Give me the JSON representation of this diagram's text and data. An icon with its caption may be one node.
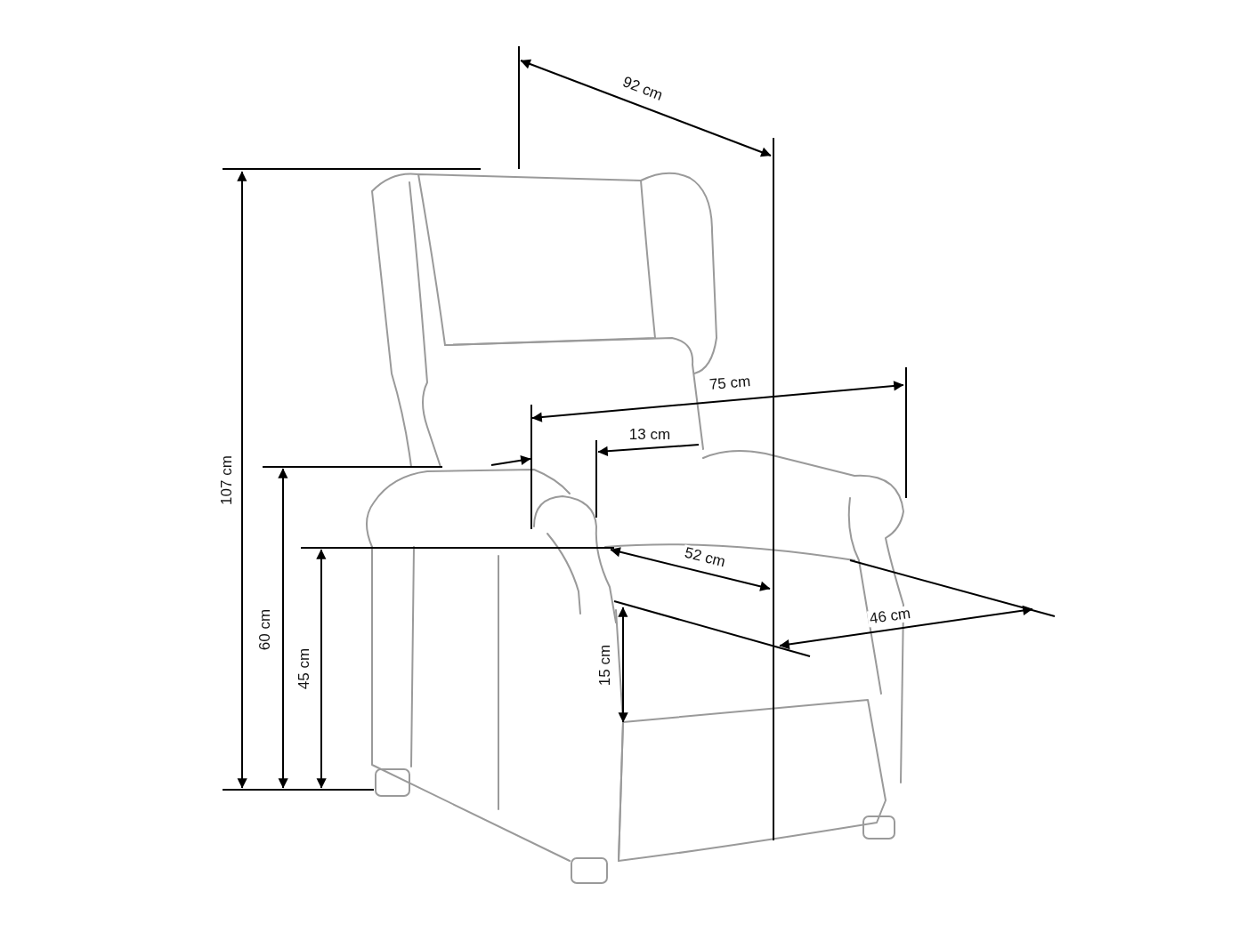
{
  "diagram": {
    "labels": [
      "92 cm",
      "107 cm",
      "75 cm",
      "13 cm",
      "60 cm",
      "52 cm",
      "46 cm",
      "45 cm",
      "15 cm"
    ]
  }
}
